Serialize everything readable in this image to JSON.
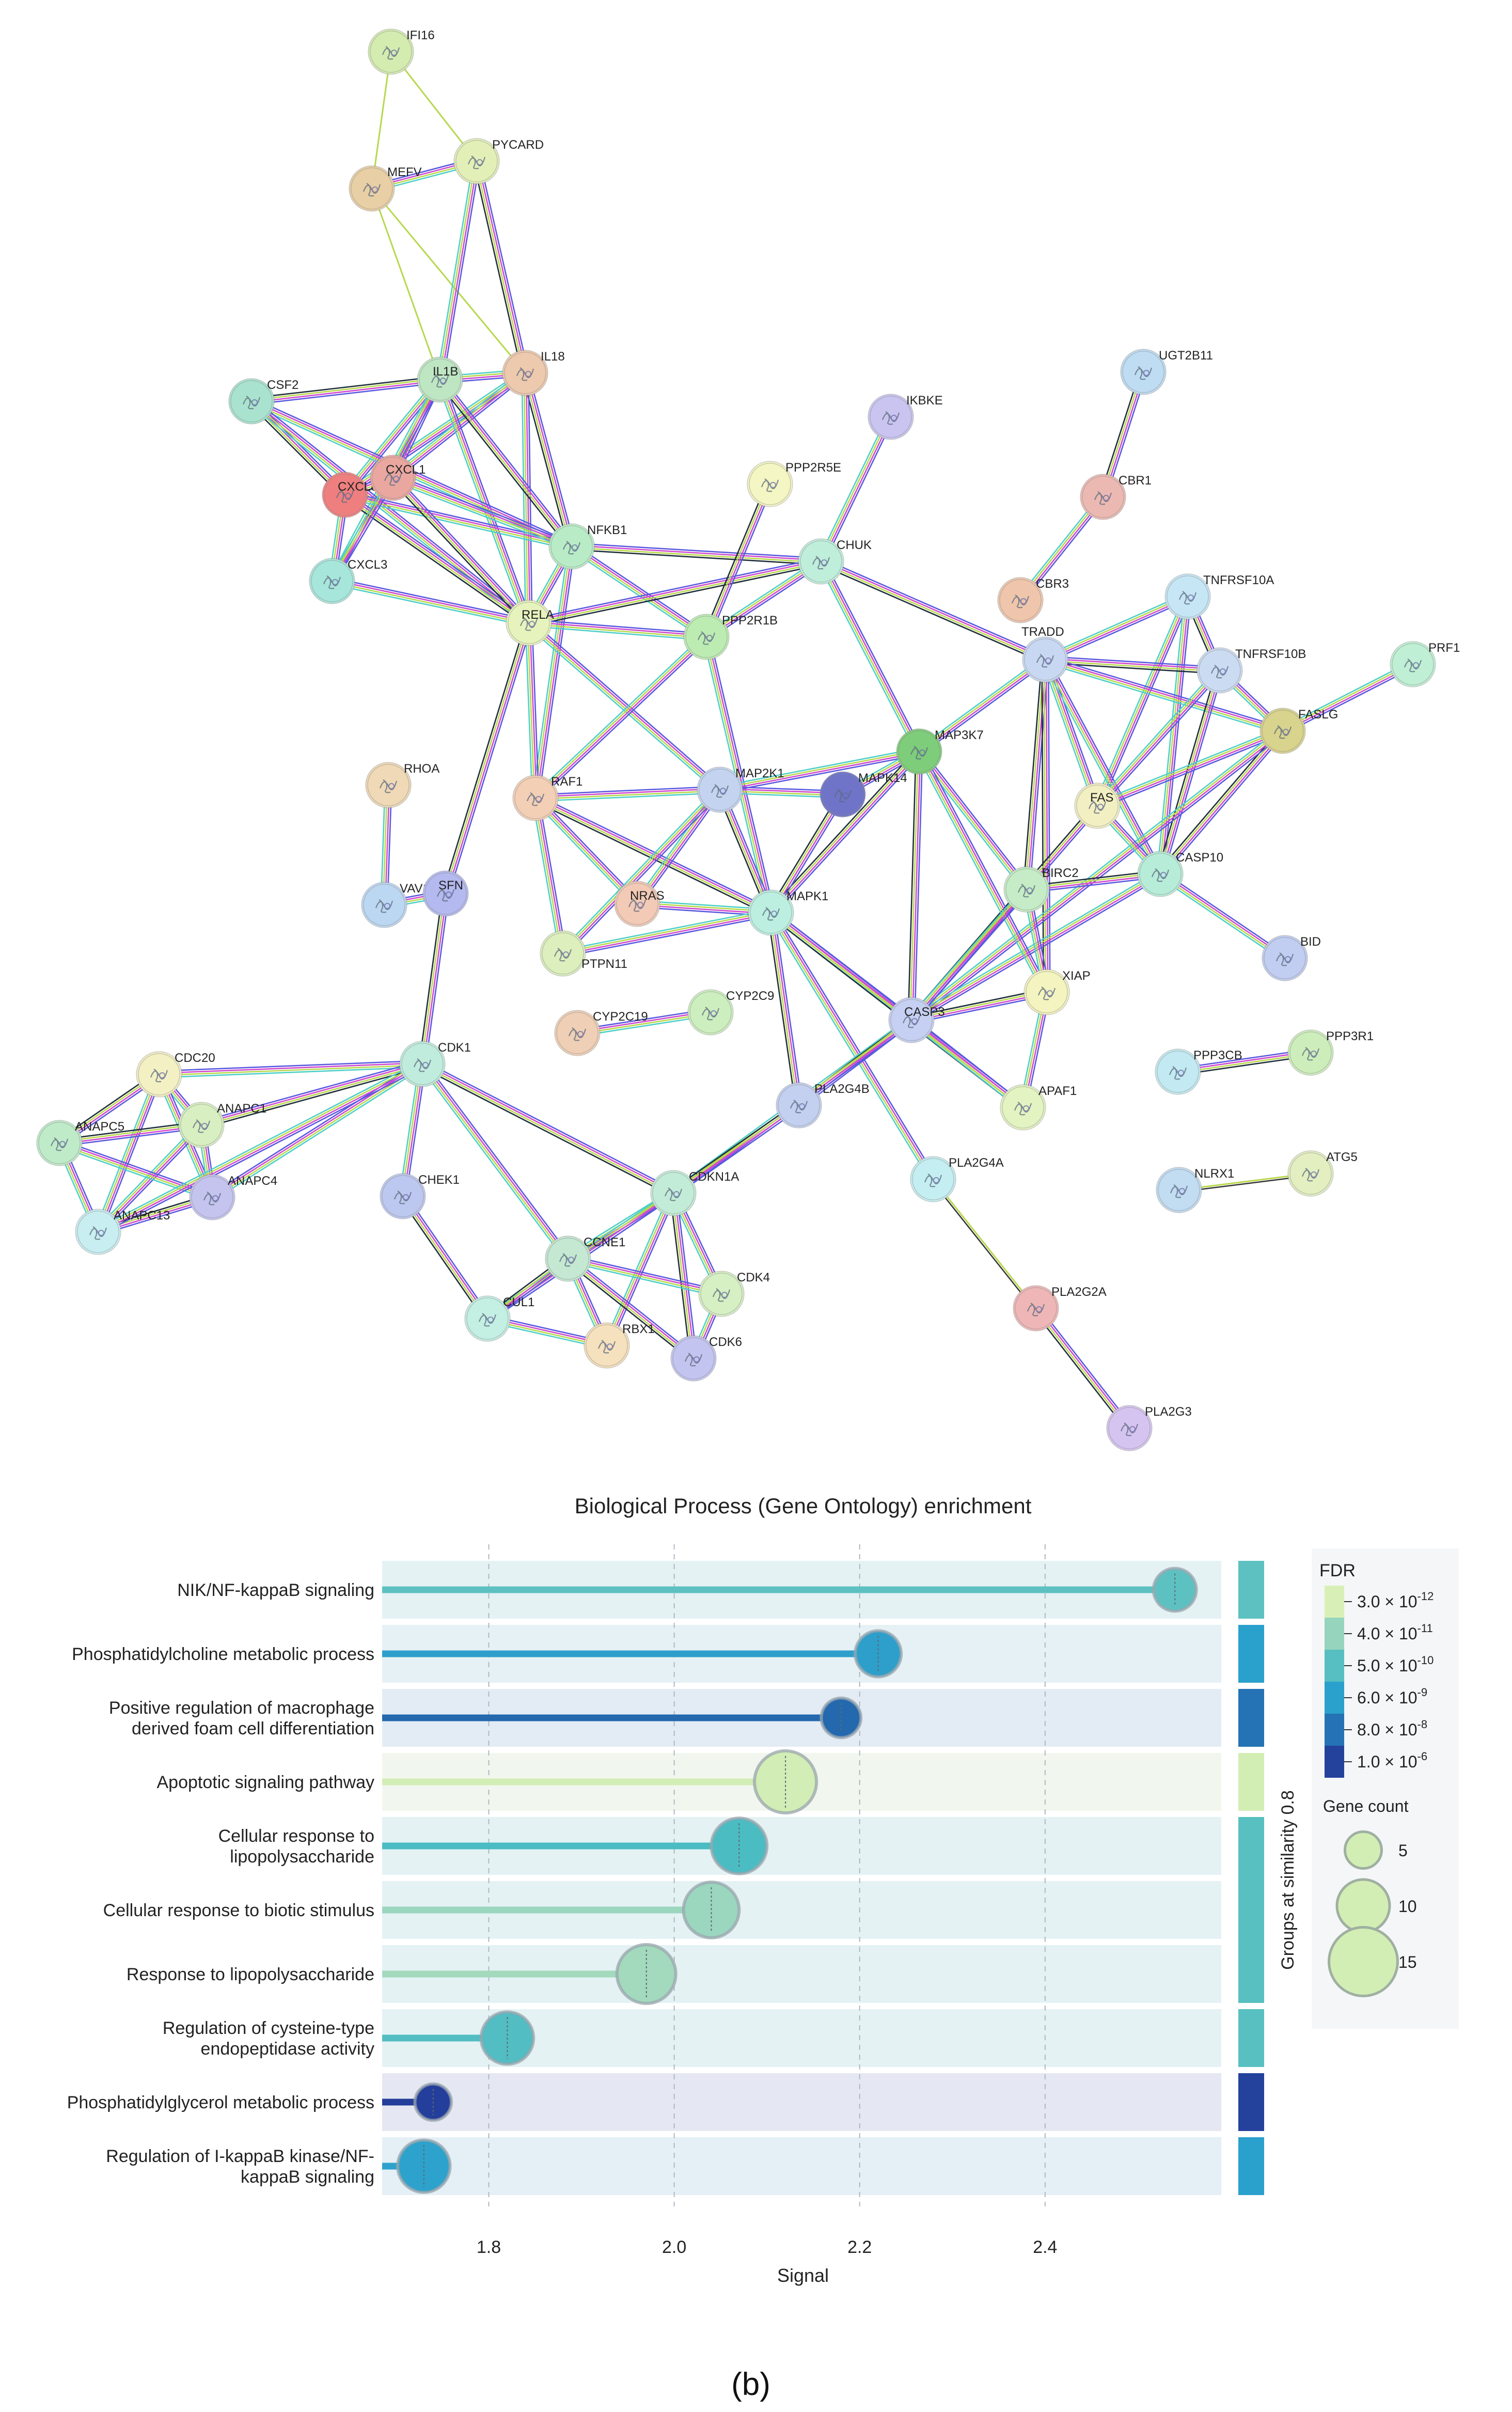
{
  "network": {
    "nodes": [
      {
        "id": "IFI16",
        "color": "#d4ecb0"
      },
      {
        "id": "MEFV",
        "color": "#e8cfa5"
      },
      {
        "id": "PYCARD",
        "color": "#e2f0b8"
      },
      {
        "id": "IL18",
        "color": "#edc9ad"
      },
      {
        "id": "IL1B",
        "color": "#bfe6c3"
      },
      {
        "id": "CSF2",
        "color": "#a9e3cf"
      },
      {
        "id": "CXCL8",
        "color": "#ef7f7f"
      },
      {
        "id": "CXCL1",
        "color": "#e9a7a0"
      },
      {
        "id": "CXCL3",
        "color": "#a7e6db"
      },
      {
        "id": "NFKB1",
        "color": "#b9ecc6"
      },
      {
        "id": "RELA",
        "color": "#e7f3bd"
      },
      {
        "id": "IKBKE",
        "color": "#c9c4f0"
      },
      {
        "id": "PPP2R5E",
        "color": "#f4f6c3"
      },
      {
        "id": "CHUK",
        "color": "#bfeedb"
      },
      {
        "id": "PPP2R1B",
        "color": "#bdecb2"
      },
      {
        "id": "UGT2B11",
        "color": "#bedcf2"
      },
      {
        "id": "CBR1",
        "color": "#ecb9b2"
      },
      {
        "id": "CBR3",
        "color": "#efc6ac"
      },
      {
        "id": "TNFRSF10A",
        "color": "#c6e6f5"
      },
      {
        "id": "TRADD",
        "color": "#c9d8f2"
      },
      {
        "id": "TNFRSF10B",
        "color": "#cbdbf1"
      },
      {
        "id": "PRF1",
        "color": "#bfefd4"
      },
      {
        "id": "FASLG",
        "color": "#d8d38d"
      },
      {
        "id": "MAP3K7",
        "color": "#7ecd7a"
      },
      {
        "id": "RHOA",
        "color": "#efd9b6"
      },
      {
        "id": "RAF1",
        "color": "#f3cfb6"
      },
      {
        "id": "MAP2K1",
        "color": "#c4d4f0"
      },
      {
        "id": "MAPK14",
        "color": "#6f74c9"
      },
      {
        "id": "FAS",
        "color": "#f2efc2"
      },
      {
        "id": "CASP10",
        "color": "#b7ecd9"
      },
      {
        "id": "VAV1",
        "color": "#bcd7f2"
      },
      {
        "id": "SFN",
        "color": "#b4b9ef"
      },
      {
        "id": "NRAS",
        "color": "#f2cab6"
      },
      {
        "id": "PTPN11",
        "color": "#dcefbd"
      },
      {
        "id": "MAPK1",
        "color": "#bcefe0"
      },
      {
        "id": "BIRC2",
        "color": "#c5ecc6"
      },
      {
        "id": "BID",
        "color": "#c1cdf1"
      },
      {
        "id": "CYP2C19",
        "color": "#efcfb5"
      },
      {
        "id": "CYP2C9",
        "color": "#cdefbf"
      },
      {
        "id": "XIAP",
        "color": "#f3f4bf"
      },
      {
        "id": "CASP3",
        "color": "#c5d0f2"
      },
      {
        "id": "PPP3CB",
        "color": "#c3eaf2"
      },
      {
        "id": "PPP3R1",
        "color": "#cdeebb"
      },
      {
        "id": "CDC20",
        "color": "#f3f0c4"
      },
      {
        "id": "CDK1",
        "color": "#c0ecdd"
      },
      {
        "id": "ANAPC1",
        "color": "#d8efc2"
      },
      {
        "id": "ANAPC5",
        "color": "#bfebc9"
      },
      {
        "id": "PLA2G4B",
        "color": "#c3d0f0"
      },
      {
        "id": "APAF1",
        "color": "#e3f3c1"
      },
      {
        "id": "PLA2G4A",
        "color": "#c4eef2"
      },
      {
        "id": "NLRX1",
        "color": "#c2dcf2"
      },
      {
        "id": "ATG5",
        "color": "#e3efc1"
      },
      {
        "id": "ANAPC4",
        "color": "#c4c4ef"
      },
      {
        "id": "ANAPC13",
        "color": "#c9eef2"
      },
      {
        "id": "CHEK1",
        "color": "#bcc8ef"
      },
      {
        "id": "CDKN1A",
        "color": "#c3ecd8"
      },
      {
        "id": "CCNE1",
        "color": "#c4e8d2"
      },
      {
        "id": "CDK4",
        "color": "#d6efc3"
      },
      {
        "id": "CUL1",
        "color": "#c4efe3"
      },
      {
        "id": "RBX1",
        "color": "#f5e1bd"
      },
      {
        "id": "CDK6",
        "color": "#c3c4ef"
      },
      {
        "id": "PLA2G2A",
        "color": "#eeb6b6"
      },
      {
        "id": "PLA2G3",
        "color": "#d6c4f0"
      }
    ],
    "edge_palette": [
      "#5a5ae0",
      "#d04ad0",
      "#b8d84a",
      "#1f2f3a",
      "#4fd0c8"
    ]
  },
  "panel_label": "(b)",
  "chart_data": {
    "type": "lollipop",
    "title": "Biological Process (Gene Ontology) enrichment",
    "xlabel": "Signal",
    "xlim": [
      1.685,
      2.59
    ],
    "xticks": [
      "1.8",
      "2.0",
      "2.2",
      "2.4"
    ],
    "group_axis_label": "Groups at similarity 0.8",
    "categories": [
      [
        "NIK/NF-kappaB signaling"
      ],
      [
        "Phosphatidylcholine metabolic process"
      ],
      [
        "Positive regulation of macrophage",
        "derived foam cell differentiation"
      ],
      [
        "Apoptotic signaling pathway"
      ],
      [
        "Cellular response to",
        "lipopolysaccharide"
      ],
      [
        "Cellular response to biotic stimulus"
      ],
      [
        "Response to lipopolysaccharide"
      ],
      [
        "Regulation of cysteine-type",
        "endopeptidase activity"
      ],
      [
        "Phosphatidylglycerol metabolic process"
      ],
      [
        "Regulation of I-kappaB kinase/NF-",
        "kappaB signaling"
      ]
    ],
    "signal": [
      2.54,
      2.22,
      2.18,
      2.12,
      2.07,
      2.04,
      1.97,
      1.82,
      1.74,
      1.73
    ],
    "gene_count": [
      5,
      6,
      4,
      11,
      9,
      9,
      10,
      8,
      3,
      8
    ],
    "fdr_color": [
      "#5ec1c1",
      "#2e9fcb",
      "#2468ae",
      "#d2edb5",
      "#4cbcc3",
      "#9bd6bf",
      "#a3d9bd",
      "#52bdc2",
      "#243e9b",
      "#2da2cc"
    ],
    "groups": [
      {
        "rows": [
          0
        ],
        "color": "#5ec1c1"
      },
      {
        "rows": [
          1
        ],
        "color": "#2aa0cc"
      },
      {
        "rows": [
          2
        ],
        "color": "#2572b4"
      },
      {
        "rows": [
          3
        ],
        "color": "#d3eeb4"
      },
      {
        "rows": [
          4,
          5,
          6
        ],
        "color": "#58c0c1"
      },
      {
        "rows": [
          7
        ],
        "color": "#58c0c1"
      },
      {
        "rows": [
          8
        ],
        "color": "#24419c"
      },
      {
        "rows": [
          9
        ],
        "color": "#2aa0cc"
      }
    ],
    "legend": {
      "fdr_title": "FDR",
      "fdr_items": [
        {
          "mantissa": "3.0",
          "exp": "-12",
          "color": "#d8f0b7"
        },
        {
          "mantissa": "4.0",
          "exp": "-11",
          "color": "#97d4bd"
        },
        {
          "mantissa": "5.0",
          "exp": "-10",
          "color": "#57bfc1"
        },
        {
          "mantissa": "6.0",
          "exp": "-9",
          "color": "#2aa0cc"
        },
        {
          "mantissa": "8.0",
          "exp": "-8",
          "color": "#2572b4"
        },
        {
          "mantissa": "1.0",
          "exp": "-6",
          "color": "#24419c"
        }
      ],
      "count_title": "Gene count",
      "count_items": [
        5,
        10,
        15
      ]
    }
  }
}
